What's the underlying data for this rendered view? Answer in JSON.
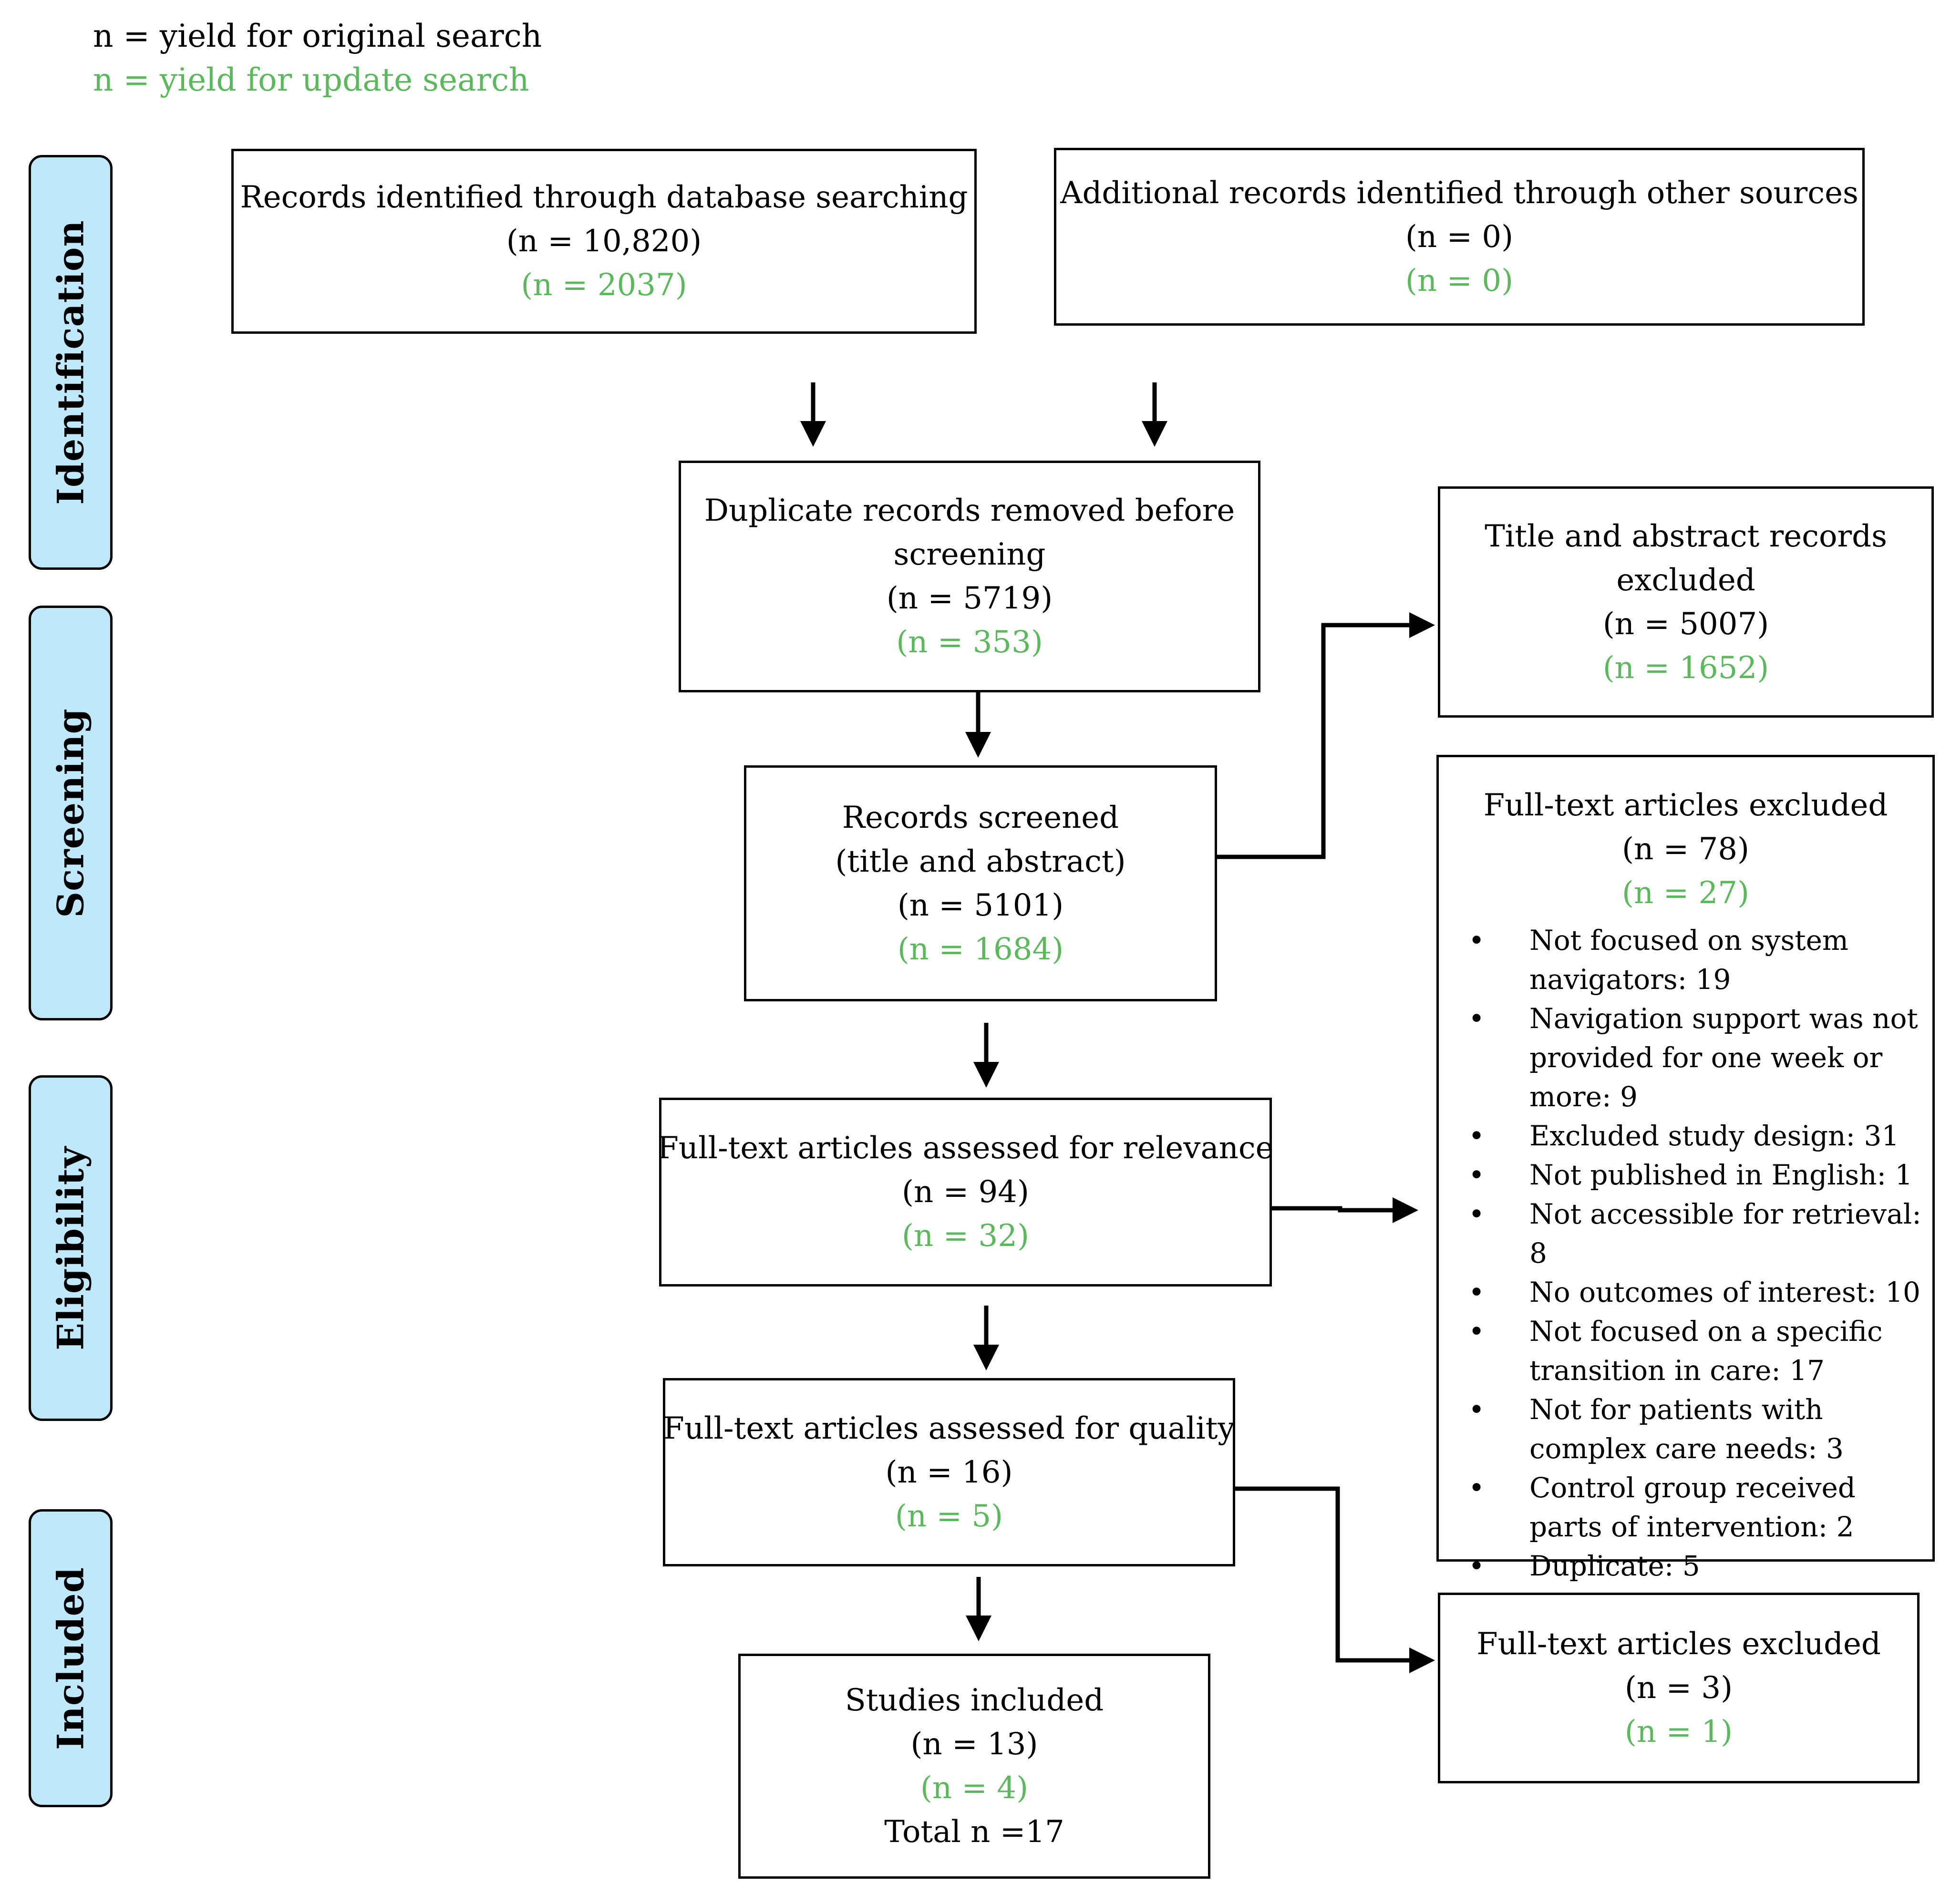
{
  "legend": {
    "original": "n = yield for original search",
    "update": "n = yield for update search"
  },
  "colors": {
    "update_text": "#5cb85c",
    "phase_fill": "#bfe9fb",
    "border": "#000000"
  },
  "phases": {
    "identification": "Identification",
    "screening": "Screening",
    "eligibility": "Eligibility",
    "included": "Included"
  },
  "boxes": {
    "database_search": {
      "title": "Records identified through database searching",
      "n_original": "(n = 10,820)",
      "n_update": "(n = 2037)"
    },
    "other_sources": {
      "title": "Additional records identified through other sources",
      "n_original": "(n = 0)",
      "n_update": "(n = 0)"
    },
    "duplicates_removed": {
      "title_line1": "Duplicate records removed before",
      "title_line2": "screening",
      "n_original": "(n = 5719)",
      "n_update": "(n = 353)"
    },
    "title_abstract_excluded": {
      "title_line1": "Title and abstract records",
      "title_line2": "excluded",
      "n_original": "(n = 5007)",
      "n_update": "(n = 1652)"
    },
    "records_screened": {
      "title_line1": "Records screened",
      "title_line2": "(title and abstract)",
      "n_original": "(n = 5101)",
      "n_update": "(n = 1684)"
    },
    "fulltext_excluded_reasons": {
      "title": "Full-text articles excluded",
      "n_original": "(n = 78)",
      "n_update": "(n = 27)",
      "reasons": [
        "Not focused on system navigators: 19",
        "Navigation support was not provided for one week or more: 9",
        "Excluded study design: 31",
        "Not published in English: 1",
        "Not accessible for retrieval: 8",
        "No outcomes of interest: 10",
        "Not focused on a specific transition in care: 17",
        "Not for patients with complex care needs: 3",
        "Control group received parts of intervention: 2",
        "Duplicate:  5"
      ]
    },
    "fulltext_relevance": {
      "title": "Full-text articles assessed for relevance",
      "n_original": "(n = 94)",
      "n_update": "(n = 32)"
    },
    "fulltext_quality": {
      "title": "Full-text articles assessed for quality",
      "n_original": "(n = 16)",
      "n_update": "(n = 5)"
    },
    "fulltext_excluded_quality": {
      "title": "Full-text articles excluded",
      "n_original": "(n = 3)",
      "n_update": "(n = 1)"
    },
    "studies_included": {
      "title": "Studies included",
      "n_original": "(n = 13)",
      "n_update": "(n = 4)",
      "total": "Total n =17"
    }
  }
}
